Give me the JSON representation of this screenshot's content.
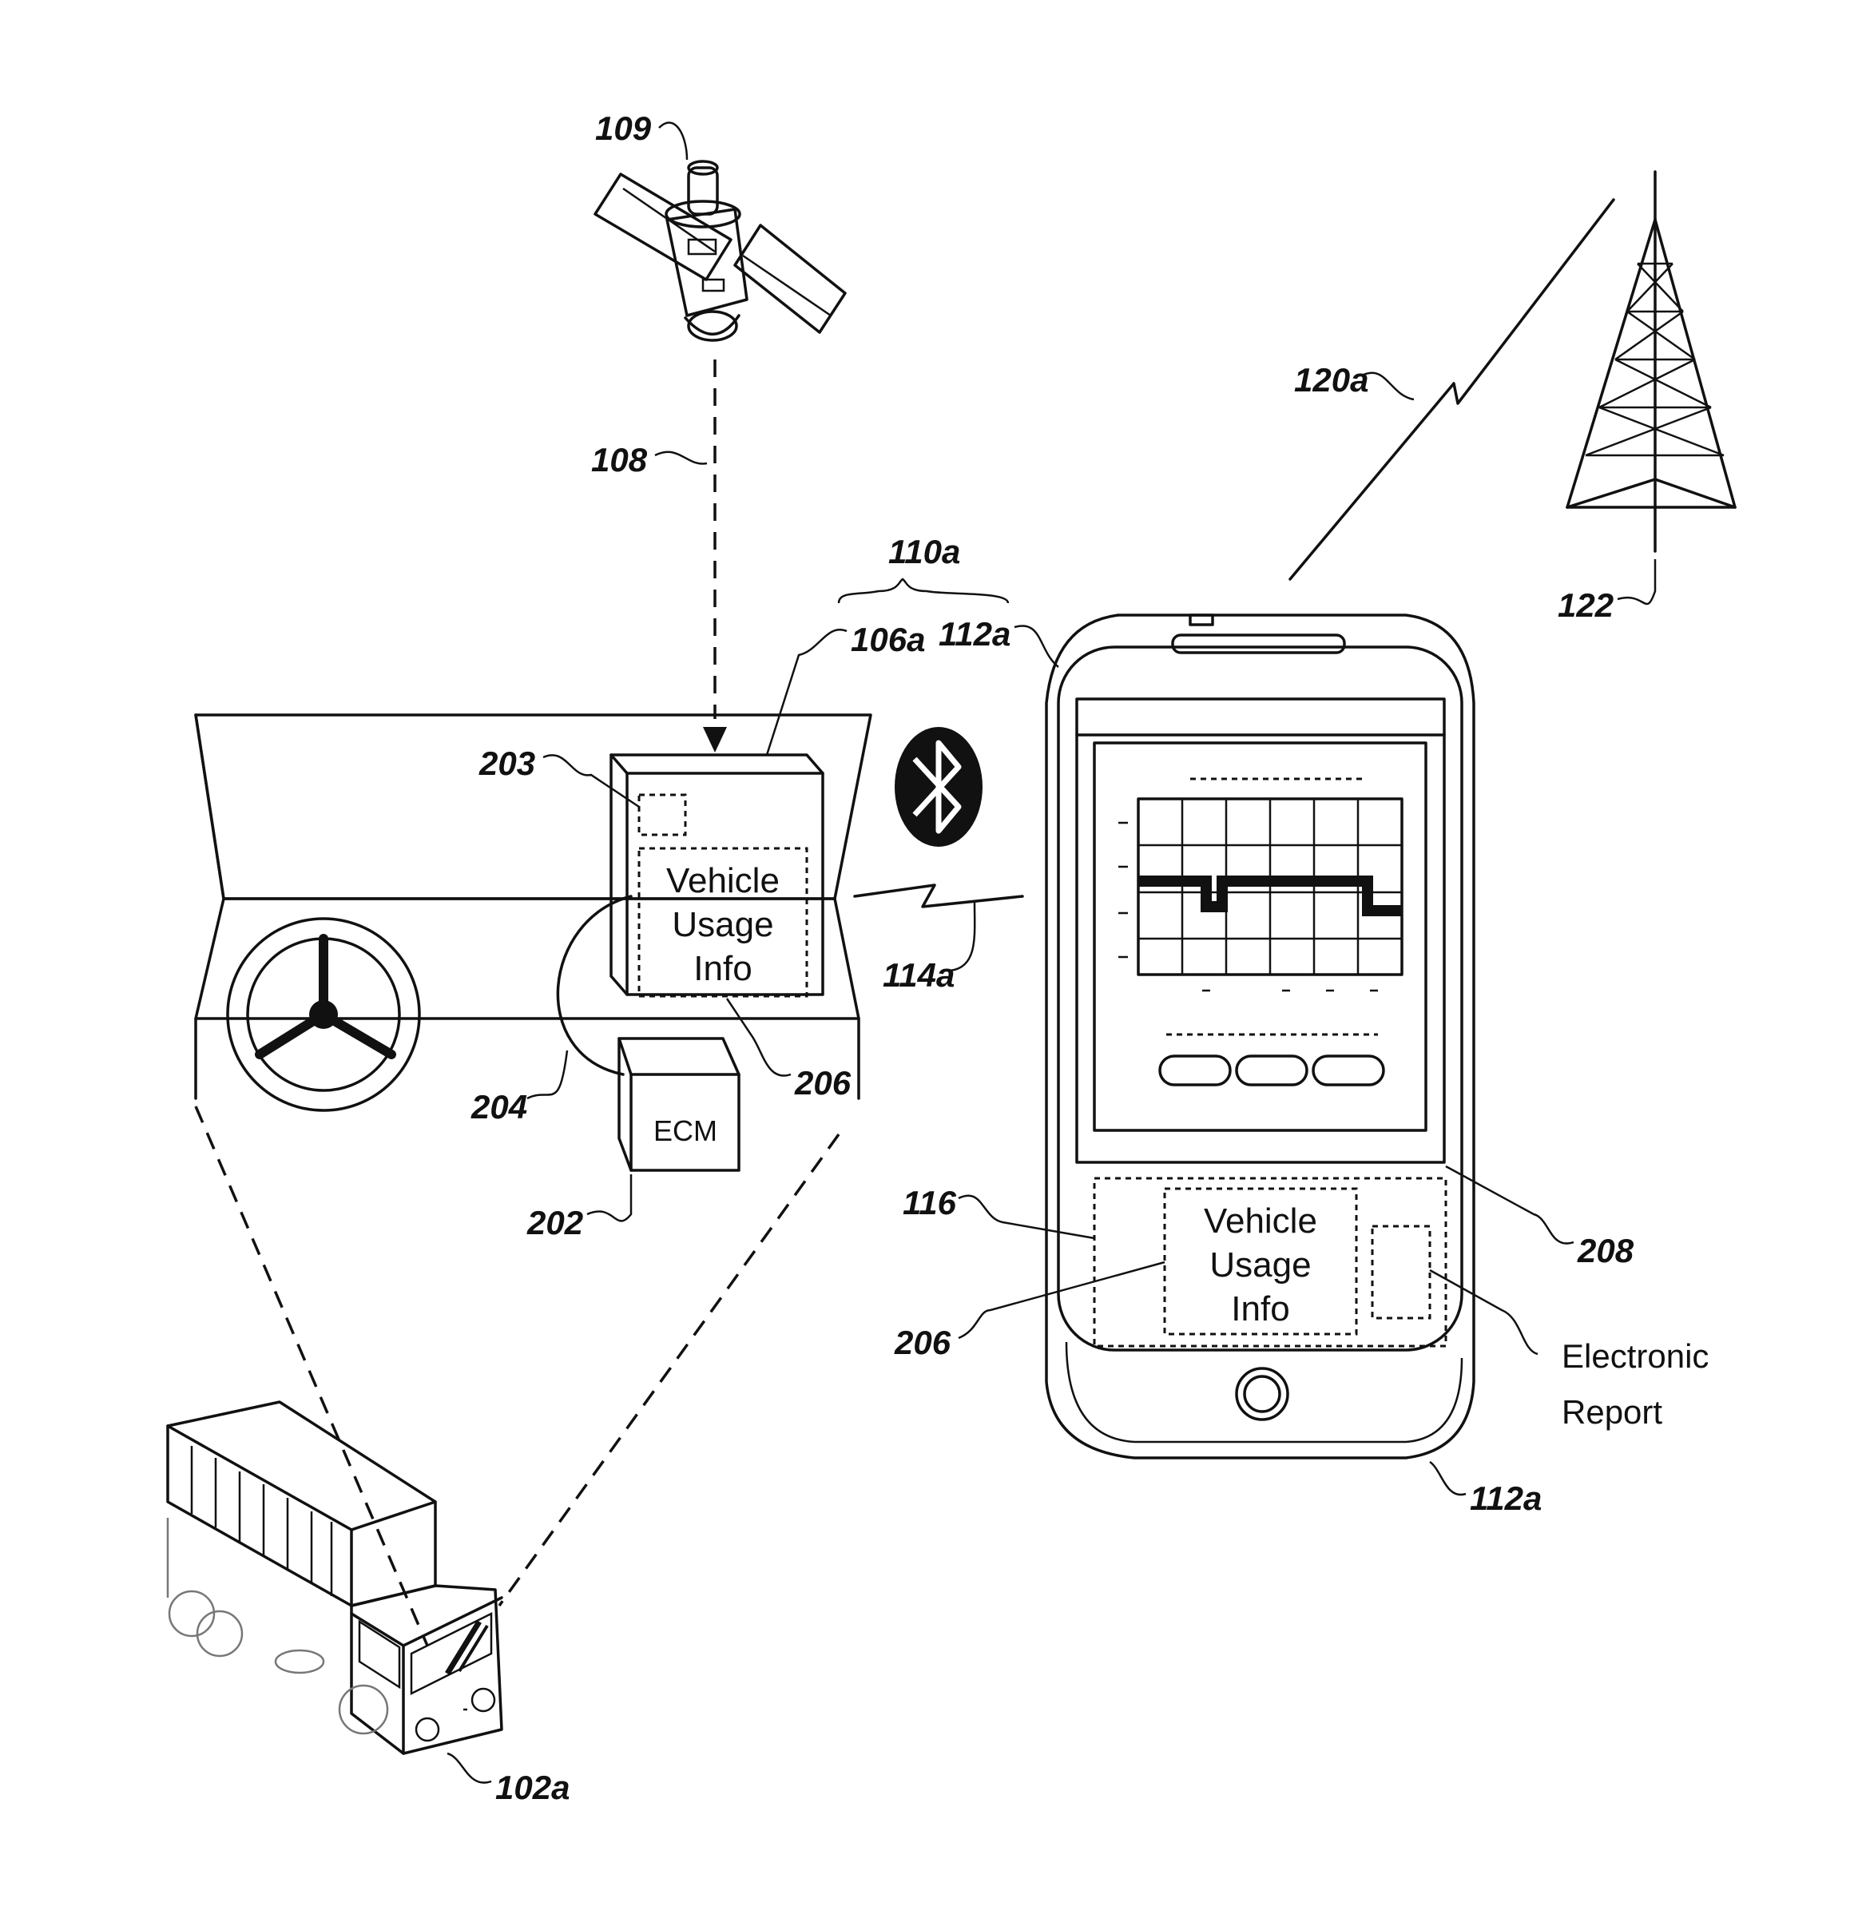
{
  "references": {
    "satellite": "109",
    "gps_link": "108",
    "system": "110a",
    "vehicle_device": "106a",
    "phone_top": "112a",
    "phone_bottom": "112a",
    "cell_link": "120a",
    "tower": "122",
    "device_module": "203",
    "wireless_link": "114a",
    "cable": "204",
    "usage_info_device": "206",
    "ecm_module": "202",
    "phone_storage": "116",
    "usage_info_phone": "206",
    "report_area": "208",
    "truck": "102a"
  },
  "device_box": {
    "line1": "Vehicle",
    "line2": "Usage",
    "line3": "Info"
  },
  "phone_box": {
    "line1": "Vehicle",
    "line2": "Usage",
    "line3": "Info"
  },
  "ecm": {
    "label": "ECM"
  },
  "report": {
    "line1": "Electronic",
    "line2": "Report"
  },
  "icons": [
    "satellite-icon",
    "cell-tower-icon",
    "bluetooth-icon",
    "steering-wheel-icon",
    "truck-icon",
    "smartphone-icon",
    "chart-icon"
  ]
}
